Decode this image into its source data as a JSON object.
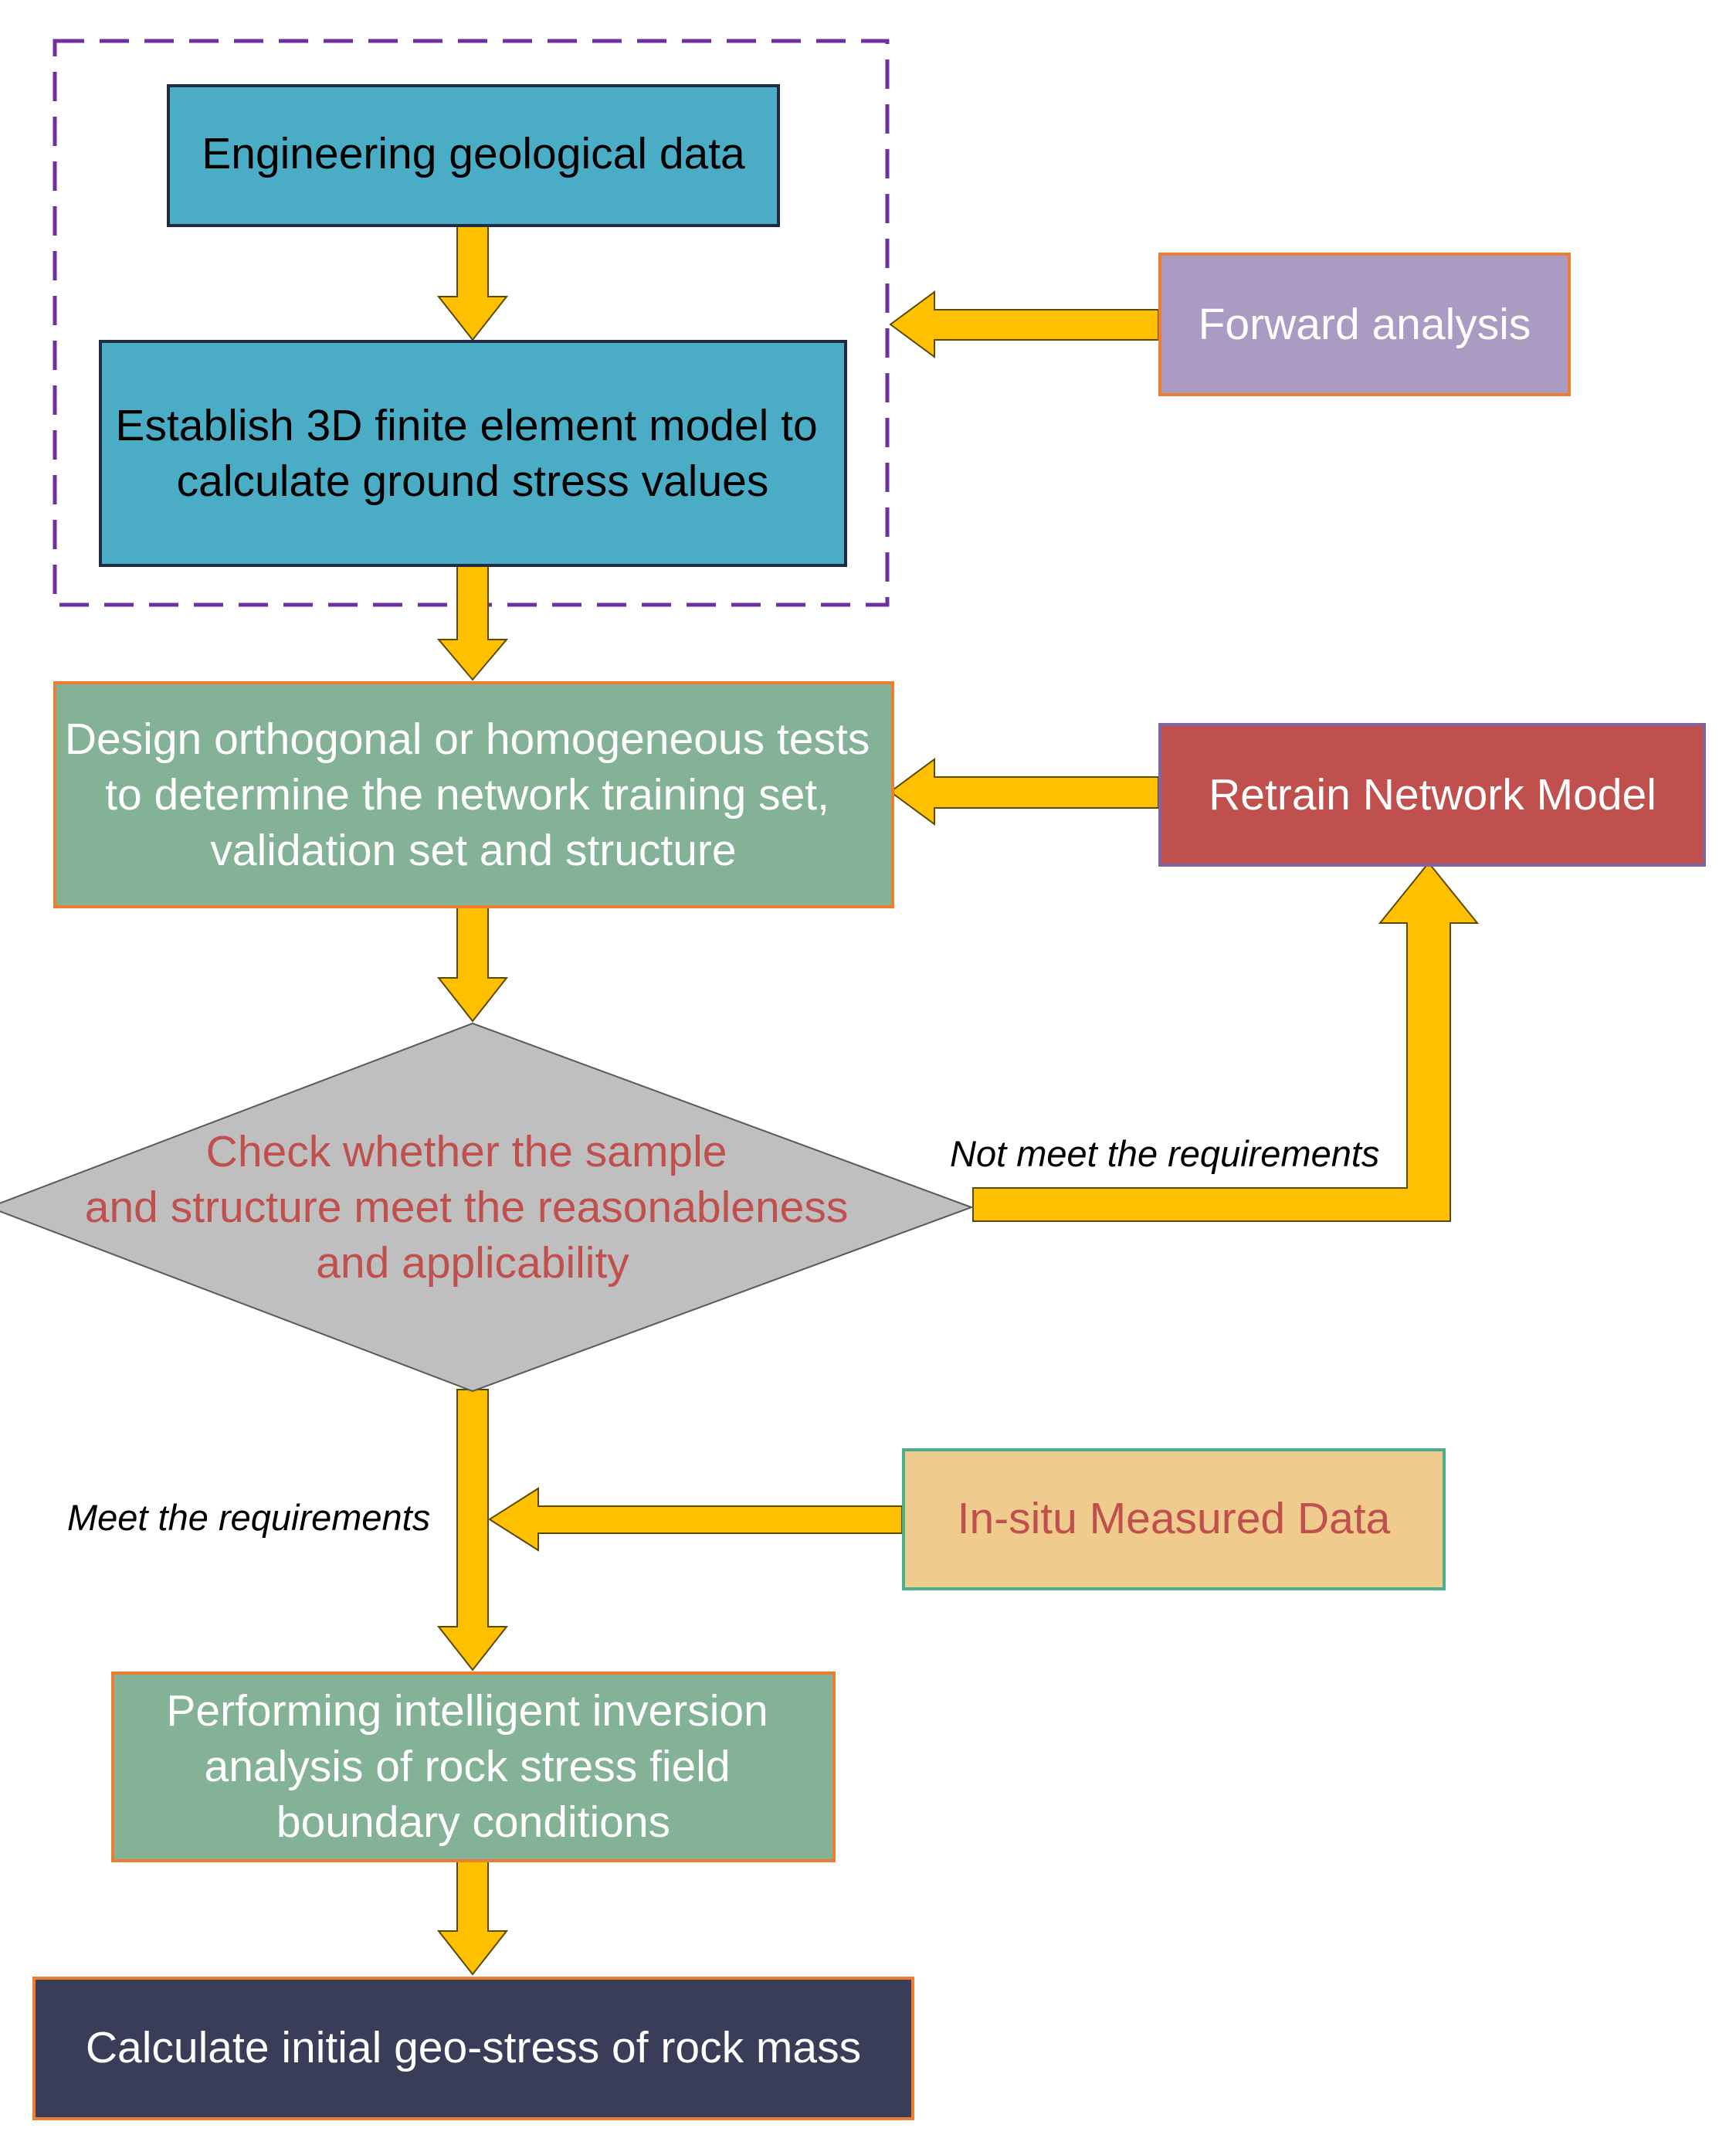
{
  "colors": {
    "arrow": "#FFC000",
    "arrow_outline": "#5a4a00",
    "group_border": "#7030A0",
    "teal": "#4BACC6",
    "green": "#84B297",
    "purple": "#A99BC1",
    "red": "#C0504D",
    "peach": "#F0CB8E",
    "gray": "#BFBFBF",
    "navy": "#3A3D58"
  },
  "nodes": {
    "engineering": {
      "lines": [
        "Engineering geological data"
      ]
    },
    "establish": {
      "lines": [
        "Establish 3D finite element model to",
        "calculate ground stress values"
      ]
    },
    "forward": {
      "lines": [
        "Forward analysis"
      ]
    },
    "design": {
      "lines": [
        "Design orthogonal or homogeneous tests",
        "to determine the network training set,",
        "validation set and structure"
      ]
    },
    "retrain": {
      "lines": [
        "Retrain Network Model"
      ]
    },
    "check": {
      "lines": [
        "Check whether the sample",
        "and structure meet the reasonableness",
        "and applicability"
      ]
    },
    "insitu": {
      "lines": [
        "In-situ Measured Data"
      ]
    },
    "performing": {
      "lines": [
        "Performing intelligent inversion",
        "analysis of rock stress field",
        "boundary conditions"
      ]
    },
    "calculate": {
      "lines": [
        "Calculate initial geo-stress of rock mass"
      ]
    }
  },
  "edges": {
    "not_meet": "Not meet the requirements",
    "meet": "Meet the requirements"
  }
}
